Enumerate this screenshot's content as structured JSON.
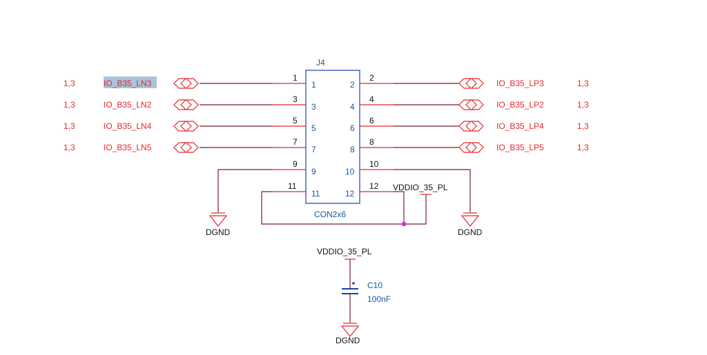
{
  "connector": {
    "refdes": "J4",
    "value": "CON2x6",
    "left_pins": [
      "1",
      "3",
      "5",
      "7",
      "9",
      "11"
    ],
    "right_pins": [
      "2",
      "4",
      "6",
      "8",
      "10",
      "12"
    ]
  },
  "left_nets": [
    {
      "ref": "1,3",
      "name": "IO_B35_LN3"
    },
    {
      "ref": "1,3",
      "name": "IO_B35_LN2"
    },
    {
      "ref": "1,3",
      "name": "IO_B35_LN4"
    },
    {
      "ref": "1,3",
      "name": "IO_B35_LN5"
    }
  ],
  "right_nets": [
    {
      "ref": "1,3",
      "name": "IO_B35_LP3"
    },
    {
      "ref": "1,3",
      "name": "IO_B35_LP2"
    },
    {
      "ref": "1,3",
      "name": "IO_B35_LP4"
    },
    {
      "ref": "1,3",
      "name": "IO_B35_LP5"
    }
  ],
  "power_label": "VDDIO_35_PL",
  "ground_label": "DGND",
  "capacitor": {
    "refdes": "C10",
    "value": "100nF",
    "power_label": "VDDIO_35_PL"
  },
  "colors": {
    "net_label": "#e8262b",
    "wire": "#7a1a33",
    "body": "#1a3fb0",
    "pin_text": "#1a56b0",
    "junction": "#e020e0",
    "highlight": "#a9c4dc"
  }
}
